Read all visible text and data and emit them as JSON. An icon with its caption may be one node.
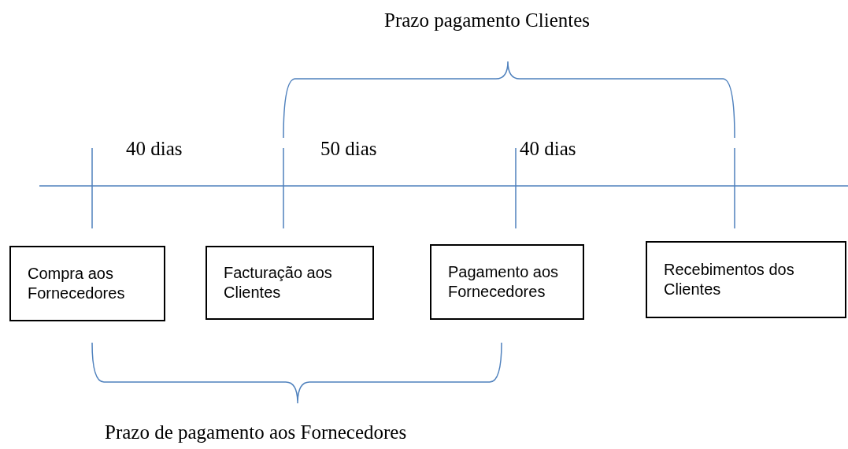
{
  "diagram": {
    "nodes": [
      {
        "text": [
          "Compra aos Fornecedores"
        ]
      },
      {
        "text": [
          "Facturação aos Clientes"
        ]
      },
      {
        "text": [
          "Pagamento aos Fornecedores"
        ]
      },
      {
        "text": [
          "Recebimentos dos Clientes"
        ]
      }
    ],
    "labels": [
      "Prazo pagamento Clientes",
      "40 dias",
      "50 dias",
      "40 dias",
      "Prazo de pagamento aos Fornecedores"
    ]
  }
}
